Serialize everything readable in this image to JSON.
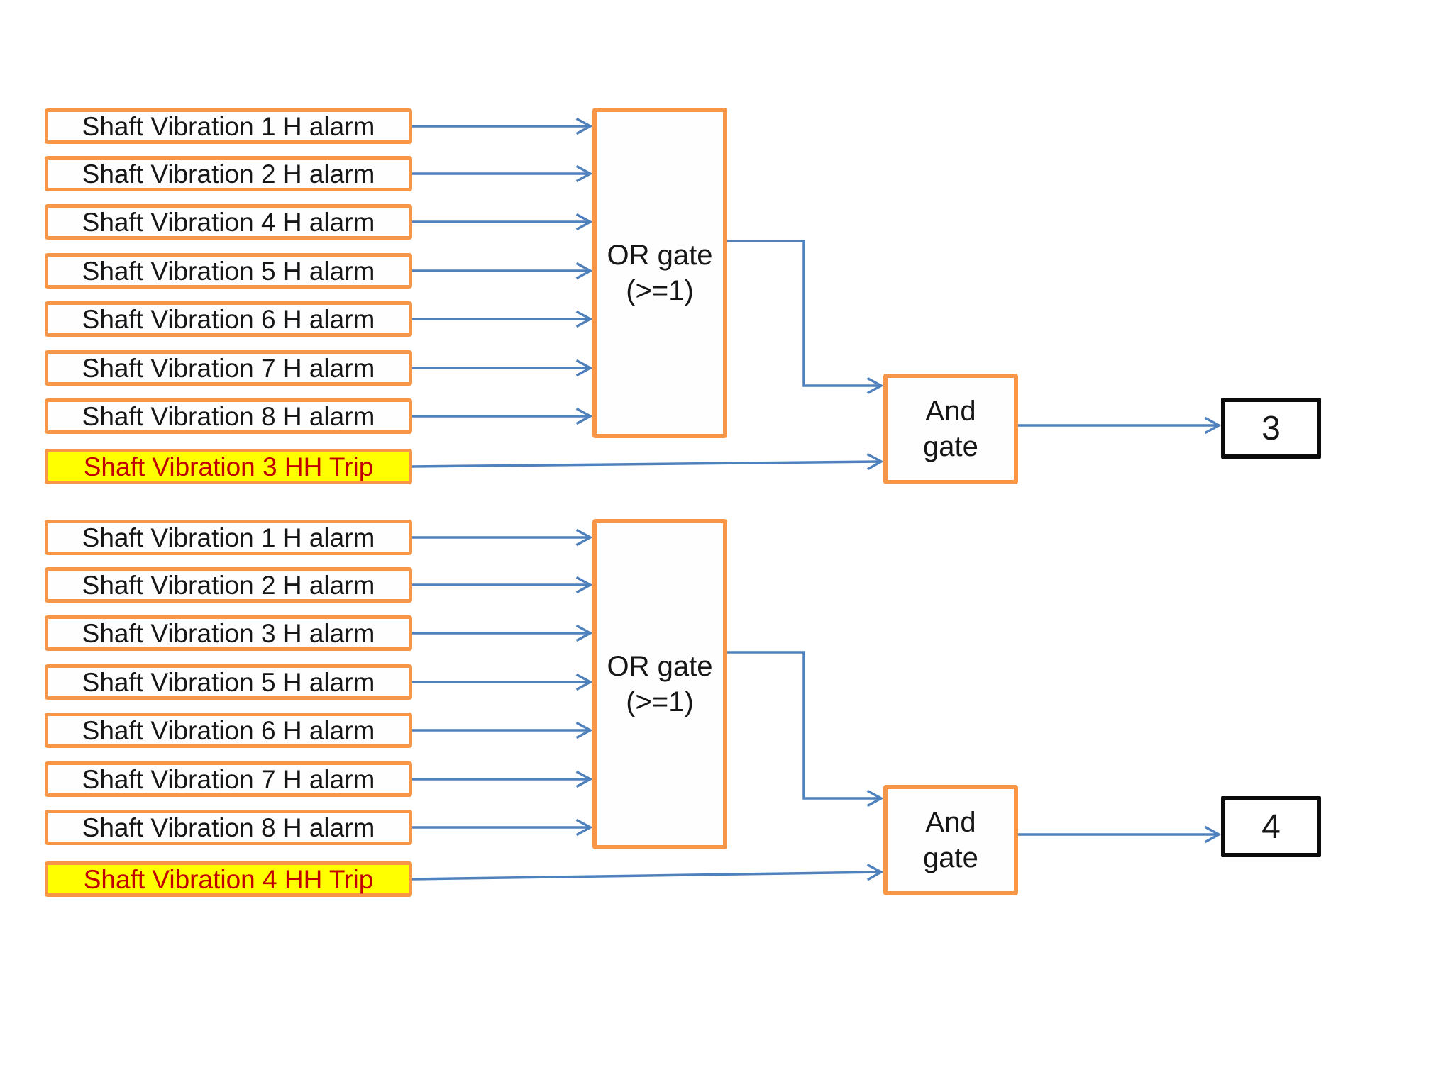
{
  "colors": {
    "gate_border": "#F79646",
    "connector": "#4F81BD",
    "trip_bg": "#FFFF00",
    "trip_text": "#C00000",
    "output_border": "#0B0B0B"
  },
  "groups": [
    {
      "alarm_inputs": [
        "Shaft Vibration 1 H alarm",
        "Shaft Vibration 2 H alarm",
        "Shaft Vibration 4 H alarm",
        "Shaft Vibration 5 H alarm",
        "Shaft Vibration 6 H alarm",
        "Shaft Vibration 7 H alarm",
        "Shaft Vibration 8 H alarm"
      ],
      "trip_input": "Shaft Vibration 3 HH Trip",
      "or_gate": {
        "line1": "OR gate",
        "line2": "(>=1)"
      },
      "and_gate": {
        "line1": "And",
        "line2": "gate"
      },
      "output": "3"
    },
    {
      "alarm_inputs": [
        "Shaft Vibration 1 H alarm",
        "Shaft Vibration 2 H alarm",
        "Shaft Vibration 3 H alarm",
        "Shaft Vibration 5 H alarm",
        "Shaft Vibration 6 H alarm",
        "Shaft Vibration 7 H alarm",
        "Shaft Vibration 8 H alarm"
      ],
      "trip_input": "Shaft Vibration 4 HH Trip",
      "or_gate": {
        "line1": "OR gate",
        "line2": "(>=1)"
      },
      "and_gate": {
        "line1": "And",
        "line2": "gate"
      },
      "output": "4"
    }
  ]
}
